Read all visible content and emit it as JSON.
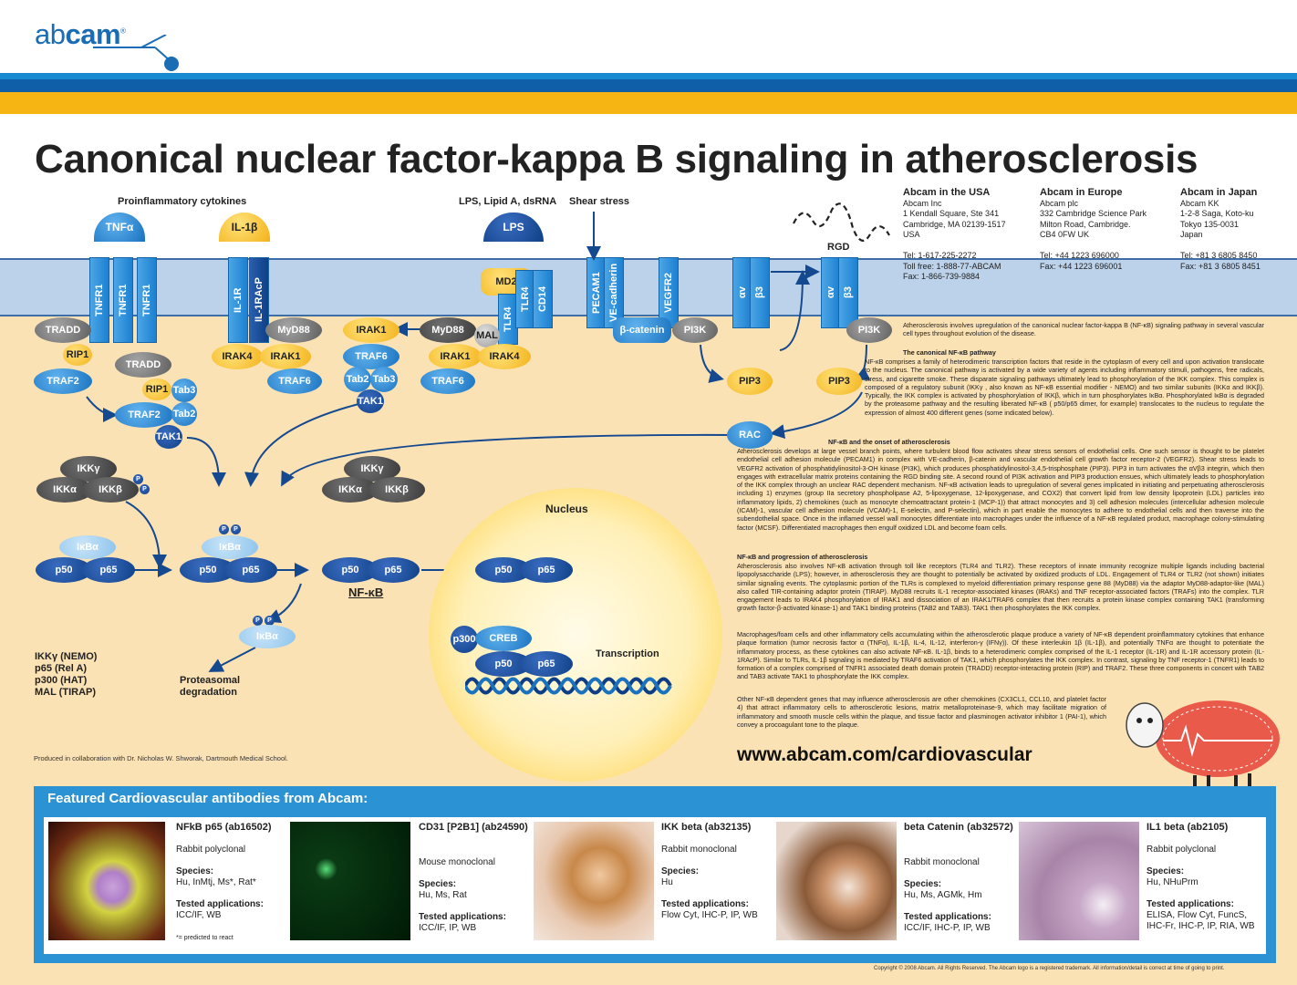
{
  "logo": {
    "part1": "ab",
    "part2": "cam",
    "reg": "®"
  },
  "title": "Canonical nuclear factor-kappa B signaling in atherosclerosis",
  "stimuli": {
    "cytokines": "Proinflammatory cytokines",
    "lps_group": "LPS, Lipid A, dsRNA",
    "shear": "Shear stress",
    "rgd": "RGD"
  },
  "ligands": {
    "tnfa": "TNFα",
    "il1b": "IL-1β",
    "lps": "LPS"
  },
  "receptors": {
    "tnfr1": "TNFR1",
    "il1r": "IL-1R",
    "il1racp": "IL-1RAcP",
    "md2": "MD2",
    "tlr4": "TLR4",
    "cd14": "CD14",
    "pecam1": "PECAM1",
    "vecad": "VE-cadherin",
    "vegfr2": "VEGFR2",
    "alpha_v": "αv",
    "beta3": "β3"
  },
  "nodes": {
    "tradd": "TRADD",
    "rip1": "RIP1",
    "traf2": "TRAF2",
    "tab3": "Tab3",
    "tab2": "Tab2",
    "tak1": "TAK1",
    "myd88": "MyD88",
    "irak4": "IRAK4",
    "irak1": "IRAK1",
    "traf6": "TRAF6",
    "mal": "MAL",
    "bcat": "β-catenin",
    "pi3k": "PI3K",
    "pip3": "PIP3",
    "rac": "RAC",
    "ikkg": "IKKγ",
    "ikka": "IKKα",
    "ikkb": "IKKβ",
    "ikba": "IκBα",
    "p50": "p50",
    "p65": "p65",
    "p": "P",
    "nfkb": "NF-κB",
    "nucleus": "Nucleus",
    "creb": "CREB",
    "p300": "p300",
    "transcription": "Transcription",
    "degradation": "Proteasomal degradation"
  },
  "legend": [
    "IKKγ (NEMO)",
    "p65 (Rel A)",
    "p300 (HAT)",
    "MAL (TIRAP)"
  ],
  "addresses": [
    {
      "heading": "Abcam in the USA",
      "lines": [
        "Abcam Inc",
        "1 Kendall Square, Ste 341",
        "Cambridge, MA 02139-1517",
        "USA",
        "",
        "Tel: 1-617-225-2272",
        "Toll free: 1-888-77-ABCAM",
        "Fax: 1-866-739-9884"
      ]
    },
    {
      "heading": "Abcam in Europe",
      "lines": [
        "Abcam plc",
        "332 Cambridge Science Park",
        "Milton Road, Cambridge.",
        "CB4 0FW  UK",
        "",
        "Tel: +44 1223 696000",
        "Fax: +44 1223 696001"
      ]
    },
    {
      "heading": "Abcam in Japan",
      "lines": [
        "Abcam KK",
        "1-2-8 Saga, Koto-ku",
        "Tokyo 135-0031",
        "Japan",
        "",
        "Tel: +81 3 6805 8450",
        "Fax: +81 3 6805 8451"
      ]
    }
  ],
  "text": {
    "intro": "Atherosclerosis involves upregulation of the canonical nuclear factor-kappa B (NF-κB) signaling pathway in several vascular cell types throughout evolution of the disease.",
    "h1": "The canonical NF-κB pathway",
    "p1": "NF-κB comprises a family of heterodimeric transcription factors that reside in the cytoplasm of every cell and upon activation translocate to the nucleus. The canonical pathway is activated by a wide variety of agents including inflammatory stimuli, pathogens, free radicals, stress, and cigarette smoke. These disparate signaling pathways ultimately lead to phosphorylation of the IKK complex. This complex is composed of a regulatory subunit (IKKγ , also known as NF-κB essential modifier - NEMO) and two similar subunits (IKKα and IKKβ). Typically, the IKK complex is activated by phosphorylation of IKKβ, which in turn phosphorylates IκBα. Phosphorylated IκBα is degraded by the proteasome pathway and the resulting liberated NF-κB ( p50/p65 dimer, for example) translocates to the nucleus to regulate the expression of almost 400 different genes (some indicated below).",
    "h2": "NF-κB and the onset of atherosclerosis",
    "p2": "Atherosclerosis develops at large vessel branch points, where turbulent blood flow activates shear stress sensors of endothelial cells. One such sensor is thought to be platelet endothelial cell adhesion molecule (PECAM1) in complex with VE-cadherin, β-catenin and vascular endothelial cell growth factor receptor-2 (VEGFR2). Shear stress leads to VEGFR2 activation of phosphatidylinositol-3-OH kinase (PI3K), which produces phosphatidylinositol-3,4,5-trisphosphate (PIP3). PIP3 in turn activates the αVβ3 integrin, which then engages with extracellular matrix proteins containing the RGD binding site. A second round of PI3K activation and PIP3 production ensues, which ultimately leads to phosphorylation of the IKK complex through an unclear RAC dependent mechanism. NF-κB activation leads to upregulation of several genes implicated in initiating and perpetuating atherosclerosis including 1) enzymes (group IIa secretory phospholipase A2, 5-lipoxygenase, 12-lipoxygenase, and COX2) that convert lipid from low density lipoprotein (LDL) particles into inflammatory lipids, 2) chemokines (such as monocyte chemoattractant protein-1 (MCP-1)) that attract monocytes and 3) cell adhesion molecules (intercellular adhesion molecule (ICAM)-1, vascular cell adhesion molecule (VCAM)-1, E-selectin, and P-selectin), which in part enable the monocytes to adhere to endothelial cells and then traverse into the subendothelial space. Once in the inflamed vessel wall monocytes differentiate into macrophages under the influence of a NF-κB regulated product, macrophage colony-stimulating factor (MCSF). Differentiated macrophages then engulf oxidized LDL and become foam cells.",
    "h3": "NF-κB and progression of atherosclerosis",
    "p3": "Atherosclerosis also involves NF-κB activation through toll like receptors (TLR4 and TLR2). These receptors of innate immunity recognize multiple ligands including bacterial lipopolysaccharide (LPS); however, in atherosclerosis they are thought to potentially be activated by oxidized products of LDL. Engagement of TLR4 or TLR2 (not shown) initiates similar signaling events. The cytoplasmic portion of the TLRs is complexed to myeloid differentiation primary response gene 88 (MyD88) via the adaptor MyD88-adaptor-like (MAL) also called TIR-containing adaptor protein (TIRAP). MyD88 recruits IL-1 receptor-associated kinases (IRAKs) and TNF receptor-associated factors (TRAFs) into the complex. TLR engagement leads to IRAK4 phosphorylation of IRAK1 and dissociation of an IRAK1/TRAF6 complex that then recruits a protein kinase complex containing TAK1 (transforming growth factor-β-activated kinase-1) and TAK1 binding proteins (TAB2 and TAB3). TAK1 then phosphorylates the IKK complex.",
    "p4": "Macrophages/foam cells and other inflammatory cells accumulating within the atherosclerotic plaque produce a variety of NF-κB dependent proinflammatory cytokines that enhance plaque formation (tumor necrosis factor α (TNFα), IL-1β, IL-4, IL-12, interferon-γ (IFNγ)). Of these interleukin 1β (IL-1β), and potentially TNFα are thought to potentiate the inflammatory process, as these cytokines can also activate NF-κB. IL-1β, binds to a heterodimeric complex comprised of the IL-1 receptor (IL-1R) and IL-1R accessory protein (IL-1RAcP). Similar to TLRs, IL-1β signaling is mediated by TRAF6 activation of TAK1, which phosphorylates the IKK complex. In contrast, signaling by TNF receptor-1 (TNFR1) leads to formation of a complex comprised of TNFR1 associated death domain protein (TRADD) receptor-interacting protein (RIP) and TRAF2. These three components in concert with TAB2 and TAB3 activate TAK1 to phosphorylate the IKK complex.",
    "p5": "Other NF-κB dependent genes that may influence atherosclerosis are other chemokines (CX3CL1, CCL10, and platelet factor 4) that attract inflammatory cells to atherosclerotic lesions, matrix metalloproteinase-9, which may facilitate migration of inflammatory and smooth muscle cells within the plaque, and tissue factor and plasminogen activator inhibitor 1 (PAI-1), which convey a procoagulant tone to the plaque."
  },
  "credit": "Produced in collaboration with Dr. Nicholas W. Shworak, Dartmouth Medical School.",
  "url": "www.abcam.com/cardiovascular",
  "featured_heading": "Featured Cardiovascular antibodies from Abcam:",
  "products": [
    {
      "title": "NFkB p65 (ab16502)",
      "clonality": "Rabbit polyclonal",
      "species_label": "Species:",
      "species": "Hu, InMtj, Ms*, Rat*",
      "apps_label": "Tested applications:",
      "apps": "ICC/IF, WB",
      "note": "*= predicted to react"
    },
    {
      "title": "CD31 [P2B1] (ab24590)",
      "clonality": "Mouse monoclonal",
      "species_label": "Species:",
      "species": "Hu, Ms, Rat",
      "apps_label": "Tested applications:",
      "apps": "ICC/IF, IP, WB",
      "note": ""
    },
    {
      "title": "IKK beta (ab32135)",
      "clonality": "Rabbit monoclonal",
      "species_label": "Species:",
      "species": "Hu",
      "apps_label": "Tested applications:",
      "apps": "Flow Cyt, IHC-P, IP, WB",
      "note": ""
    },
    {
      "title": "beta Catenin (ab32572)",
      "clonality": "Rabbit monoclonal",
      "species_label": "Species:",
      "species": "Hu, Ms, AGMk, Hm",
      "apps_label": "Tested applications:",
      "apps": "ICC/IF, IHC-P, IP, WB",
      "note": ""
    },
    {
      "title": "IL1 beta (ab2105)",
      "clonality": "Rabbit polyclonal",
      "species_label": "Species:",
      "species": "Hu, NHuPrm",
      "apps_label": "Tested applications:",
      "apps": "ELISA, Flow Cyt, FuncS, IHC-Fr, IHC-P, IP, RIA, WB",
      "note": ""
    }
  ],
  "copyright": "Copyright © 2008 Abcam.  All Rights Reserved.  The Abcam logo is a registered trademark.  All information/detail is correct at time of going to print.",
  "colors": {
    "brand_blue": "#1a6db5",
    "band_yellow": "#f7b514",
    "background": "#fbe2b4",
    "panel_blue": "#2b93d3"
  }
}
